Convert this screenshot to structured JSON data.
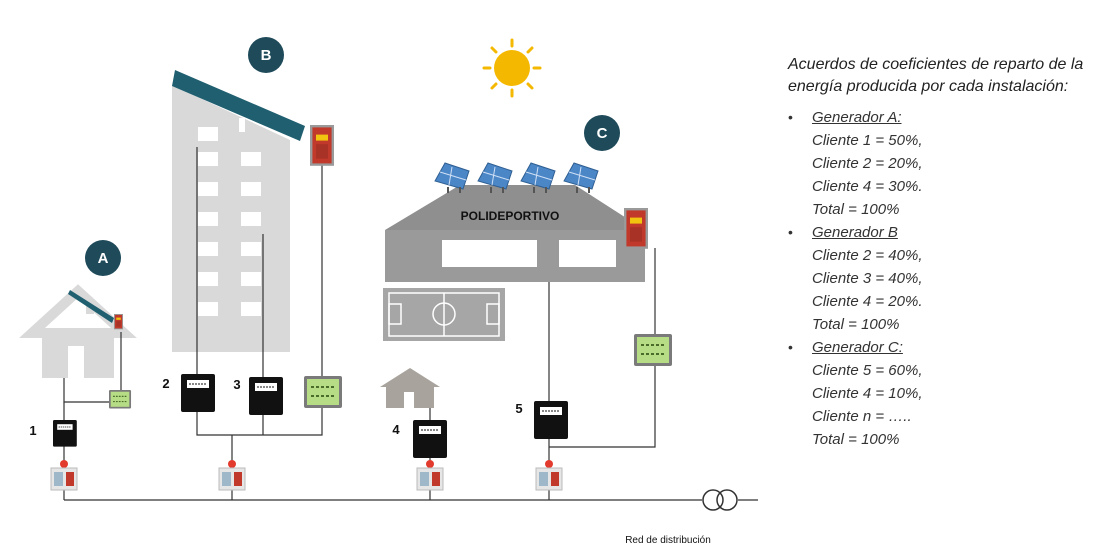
{
  "badges": {
    "a": "A",
    "b": "B",
    "c": "C"
  },
  "building_label": "POLIDEPORTIVO",
  "client_numbers": {
    "c1": "1",
    "c2": "2",
    "c3": "3",
    "c4": "4",
    "c5": "5"
  },
  "network_label": "Red de distribución",
  "agreements": {
    "title": "Acuerdos de coeficientes de reparto de la energía producida por cada instalación:",
    "generators": [
      {
        "name": "Generador A:",
        "lines": [
          "Cliente 1 = 50%,",
          "Cliente 2 = 20%,",
          "Cliente 4 = 30%.",
          "Total = 100%"
        ]
      },
      {
        "name": "Generador B",
        "lines": [
          "Cliente 2 = 40%,",
          "Cliente 3 = 40%,",
          "Cliente 4 = 20%.",
          "Total = 100%"
        ]
      },
      {
        "name": "Generador C:",
        "lines": [
          "Cliente 5 = 60%,",
          "Cliente 4 = 10%,",
          "Cliente n = …..",
          "Total = 100%"
        ]
      }
    ]
  },
  "colors": {
    "badge": "#1e4a5a",
    "panel": "#1f5f70",
    "solar": "#4b86c7",
    "sun": "#f5b800",
    "building": "#d9d9d9",
    "inverter": "#c0392b",
    "meter": "#111111",
    "generation_meter": "#b6dd86"
  }
}
